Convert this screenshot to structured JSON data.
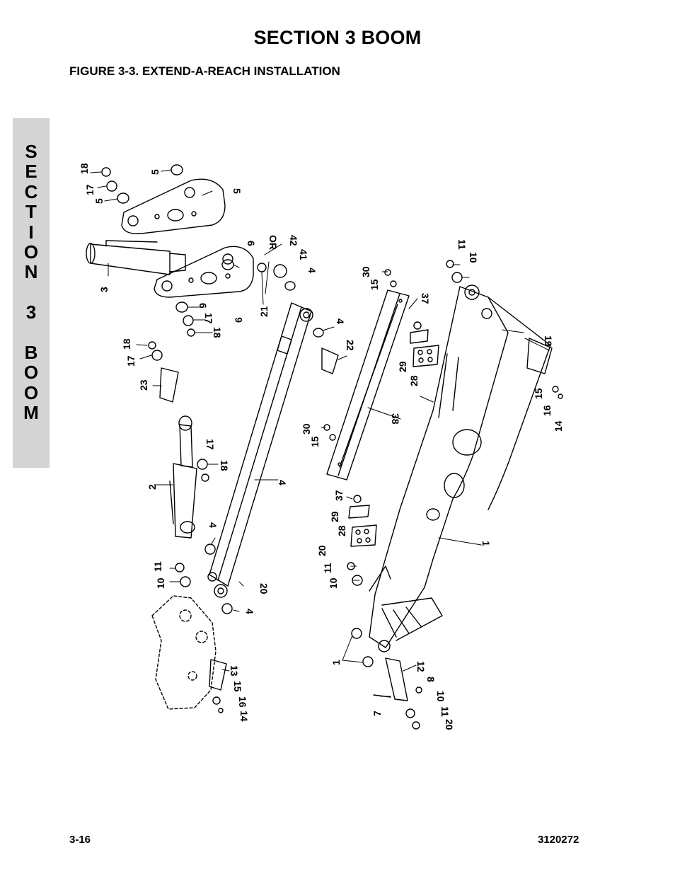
{
  "header": {
    "section_title": "SECTION 3  BOOM",
    "figure_title": "FIGURE 3-3.    EXTEND-A-REACH INSTALLATION"
  },
  "side_tab": {
    "letters": [
      "S",
      "E",
      "C",
      "T",
      "I",
      "O",
      "N",
      "",
      "3",
      "",
      "B",
      "O",
      "O",
      "M"
    ]
  },
  "figure": {
    "callouts": {
      "c1": "18",
      "c2": "17",
      "c3": "5",
      "c4": "5",
      "c5": "5",
      "c6": "3",
      "c7": "6",
      "c8": "OR",
      "c9": "42",
      "c10": "41",
      "c11": "4",
      "c12": "21",
      "c13": "6",
      "c14": "6",
      "c15": "17",
      "c16": "18",
      "c17": "4",
      "c18": "22",
      "c19": "30",
      "c20": "15",
      "c21": "37",
      "c22": "29",
      "c23": "28",
      "c24": "11",
      "c25": "10",
      "c26": "19",
      "c27": "15",
      "c28": "16",
      "c29": "14",
      "c30": "18",
      "c31": "17",
      "c32": "23",
      "c33": "17",
      "c34": "18",
      "c35": "2",
      "c36": "4",
      "c37": "4",
      "c38": "38",
      "c39": "30",
      "c40": "15",
      "c41": "37",
      "c42": "29",
      "c43": "28",
      "c44": "20",
      "c45": "11",
      "c46": "10",
      "c47": "1",
      "c48": "11",
      "c49": "10",
      "c50": "20",
      "c51": "4",
      "c52": "13",
      "c53": "15",
      "c54": "16",
      "c55": "14",
      "c56": "1",
      "c57": "12",
      "c58": "8",
      "c59": "7",
      "c60": "10",
      "c61": "11",
      "c62": "20"
    }
  },
  "footer": {
    "page_number": "3-16",
    "doc_number": "3120272"
  }
}
